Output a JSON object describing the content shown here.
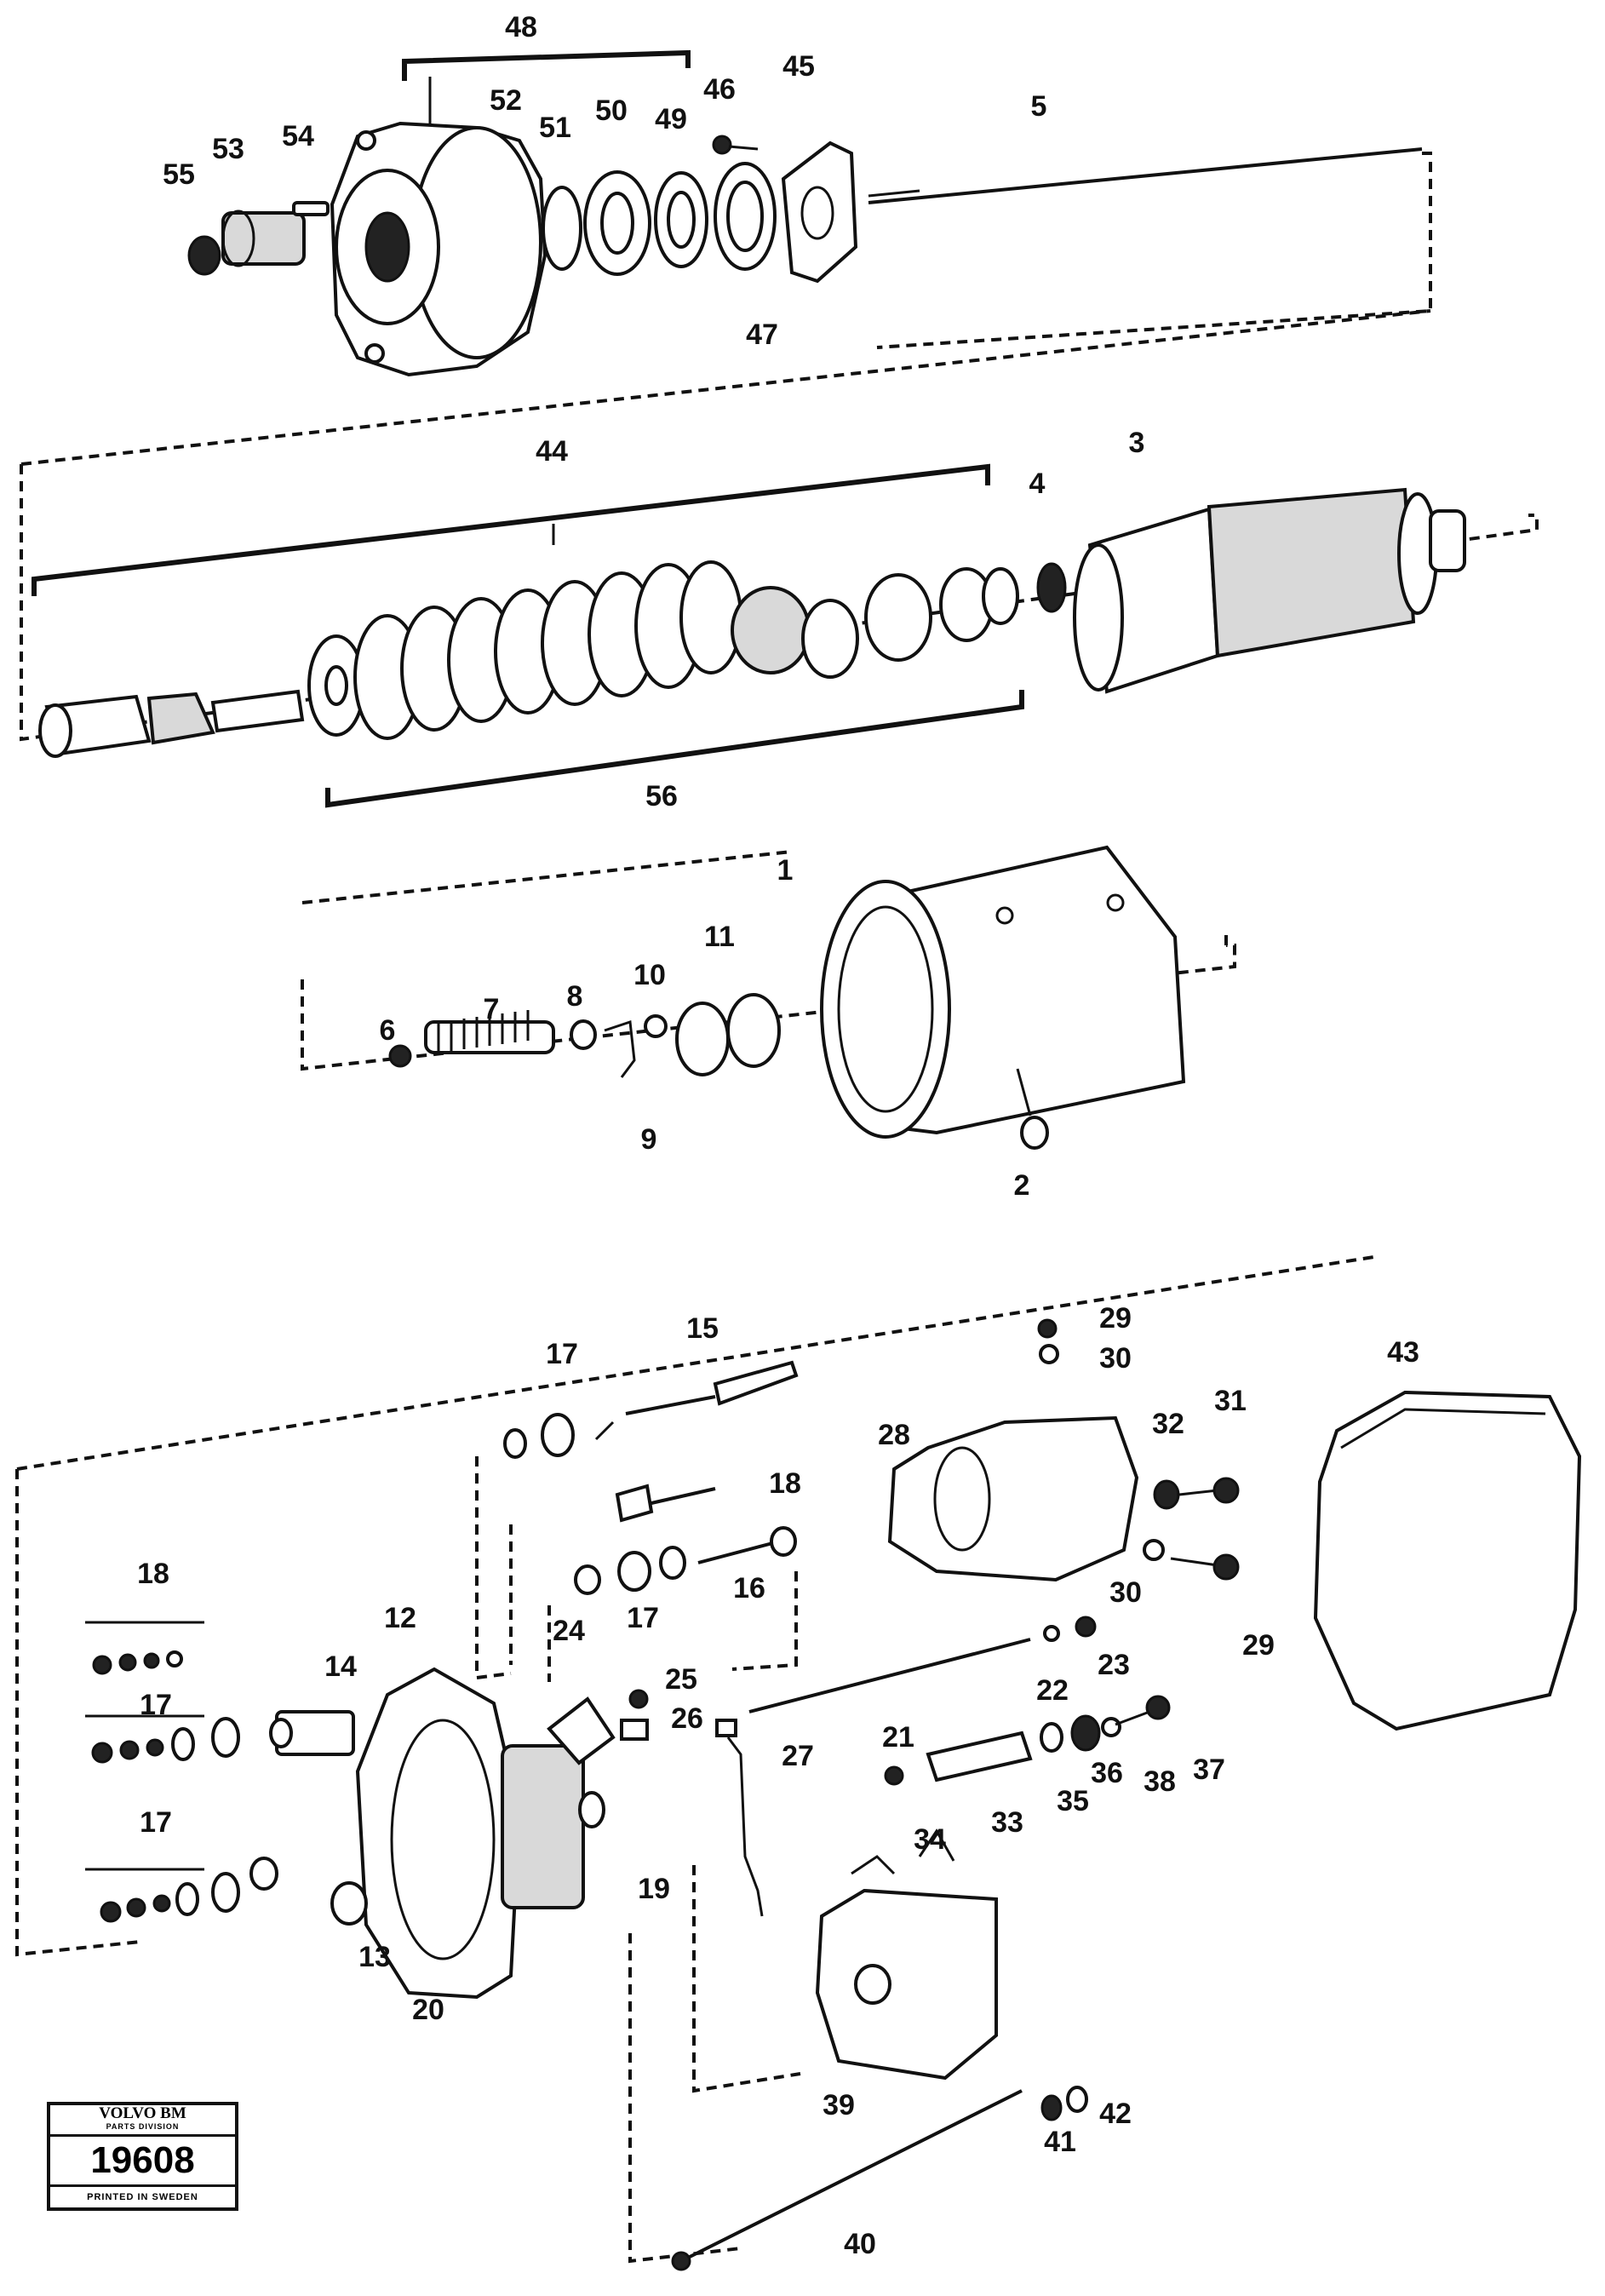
{
  "stamp": {
    "brand": "VOLVO BM",
    "division": "PARTS DIVISION",
    "number": "19608",
    "printed": "PRINTED IN SWEDEN"
  },
  "callouts": [
    {
      "id": "48",
      "text": "48"
    },
    {
      "id": "52",
      "text": "52"
    },
    {
      "id": "51",
      "text": "51"
    },
    {
      "id": "50",
      "text": "50"
    },
    {
      "id": "49",
      "text": "49"
    },
    {
      "id": "46",
      "text": "46"
    },
    {
      "id": "45",
      "text": "45"
    },
    {
      "id": "5",
      "text": "5"
    },
    {
      "id": "54",
      "text": "54"
    },
    {
      "id": "53",
      "text": "53"
    },
    {
      "id": "55",
      "text": "55"
    },
    {
      "id": "47",
      "text": "47"
    },
    {
      "id": "44",
      "text": "44"
    },
    {
      "id": "3",
      "text": "3"
    },
    {
      "id": "4",
      "text": "4"
    },
    {
      "id": "56",
      "text": "56"
    },
    {
      "id": "1",
      "text": "1"
    },
    {
      "id": "11",
      "text": "11"
    },
    {
      "id": "10",
      "text": "10"
    },
    {
      "id": "8",
      "text": "8"
    },
    {
      "id": "7",
      "text": "7"
    },
    {
      "id": "6",
      "text": "6"
    },
    {
      "id": "9",
      "text": "9"
    },
    {
      "id": "2",
      "text": "2"
    },
    {
      "id": "29a",
      "text": "29"
    },
    {
      "id": "30a",
      "text": "30"
    },
    {
      "id": "43",
      "text": "43"
    },
    {
      "id": "15",
      "text": "15"
    },
    {
      "id": "17a",
      "text": "17"
    },
    {
      "id": "31",
      "text": "31"
    },
    {
      "id": "32",
      "text": "32"
    },
    {
      "id": "28",
      "text": "28"
    },
    {
      "id": "18a",
      "text": "18"
    },
    {
      "id": "16",
      "text": "16"
    },
    {
      "id": "30b",
      "text": "30"
    },
    {
      "id": "29b",
      "text": "29"
    },
    {
      "id": "18b",
      "text": "18"
    },
    {
      "id": "12",
      "text": "12"
    },
    {
      "id": "17b",
      "text": "17"
    },
    {
      "id": "24",
      "text": "24"
    },
    {
      "id": "23",
      "text": "23"
    },
    {
      "id": "22",
      "text": "22"
    },
    {
      "id": "14",
      "text": "14"
    },
    {
      "id": "25",
      "text": "25"
    },
    {
      "id": "26",
      "text": "26"
    },
    {
      "id": "17c",
      "text": "17"
    },
    {
      "id": "21",
      "text": "21"
    },
    {
      "id": "27",
      "text": "27"
    },
    {
      "id": "37",
      "text": "37"
    },
    {
      "id": "36",
      "text": "36"
    },
    {
      "id": "38",
      "text": "38"
    },
    {
      "id": "17d",
      "text": "17"
    },
    {
      "id": "34",
      "text": "34"
    },
    {
      "id": "33",
      "text": "33"
    },
    {
      "id": "35",
      "text": "35"
    },
    {
      "id": "19",
      "text": "19"
    },
    {
      "id": "13",
      "text": "13"
    },
    {
      "id": "20",
      "text": "20"
    },
    {
      "id": "39",
      "text": "39"
    },
    {
      "id": "41",
      "text": "41"
    },
    {
      "id": "42",
      "text": "42"
    },
    {
      "id": "40",
      "text": "40"
    }
  ]
}
